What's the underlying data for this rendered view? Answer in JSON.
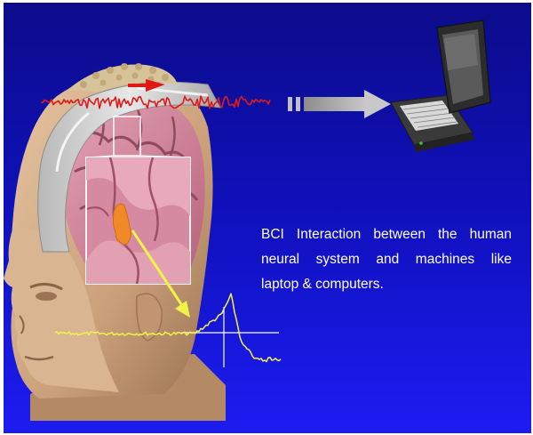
{
  "slide": {
    "caption_lines": [
      "BCI Interaction between the human",
      "neural system and machines like",
      "laptop & computers."
    ]
  },
  "icons": [
    "head-model-icon",
    "brain-icon",
    "eeg-electrode-cap-icon",
    "laptop-icon",
    "arrow-icon"
  ],
  "colors": {
    "background_top": "#0c0c8c",
    "background_bottom": "#1a1af0",
    "eeg_trace": "#e01818",
    "neural_signal": "#f2f24a",
    "skin": "#d8b08c",
    "brain": "#d7889e"
  }
}
